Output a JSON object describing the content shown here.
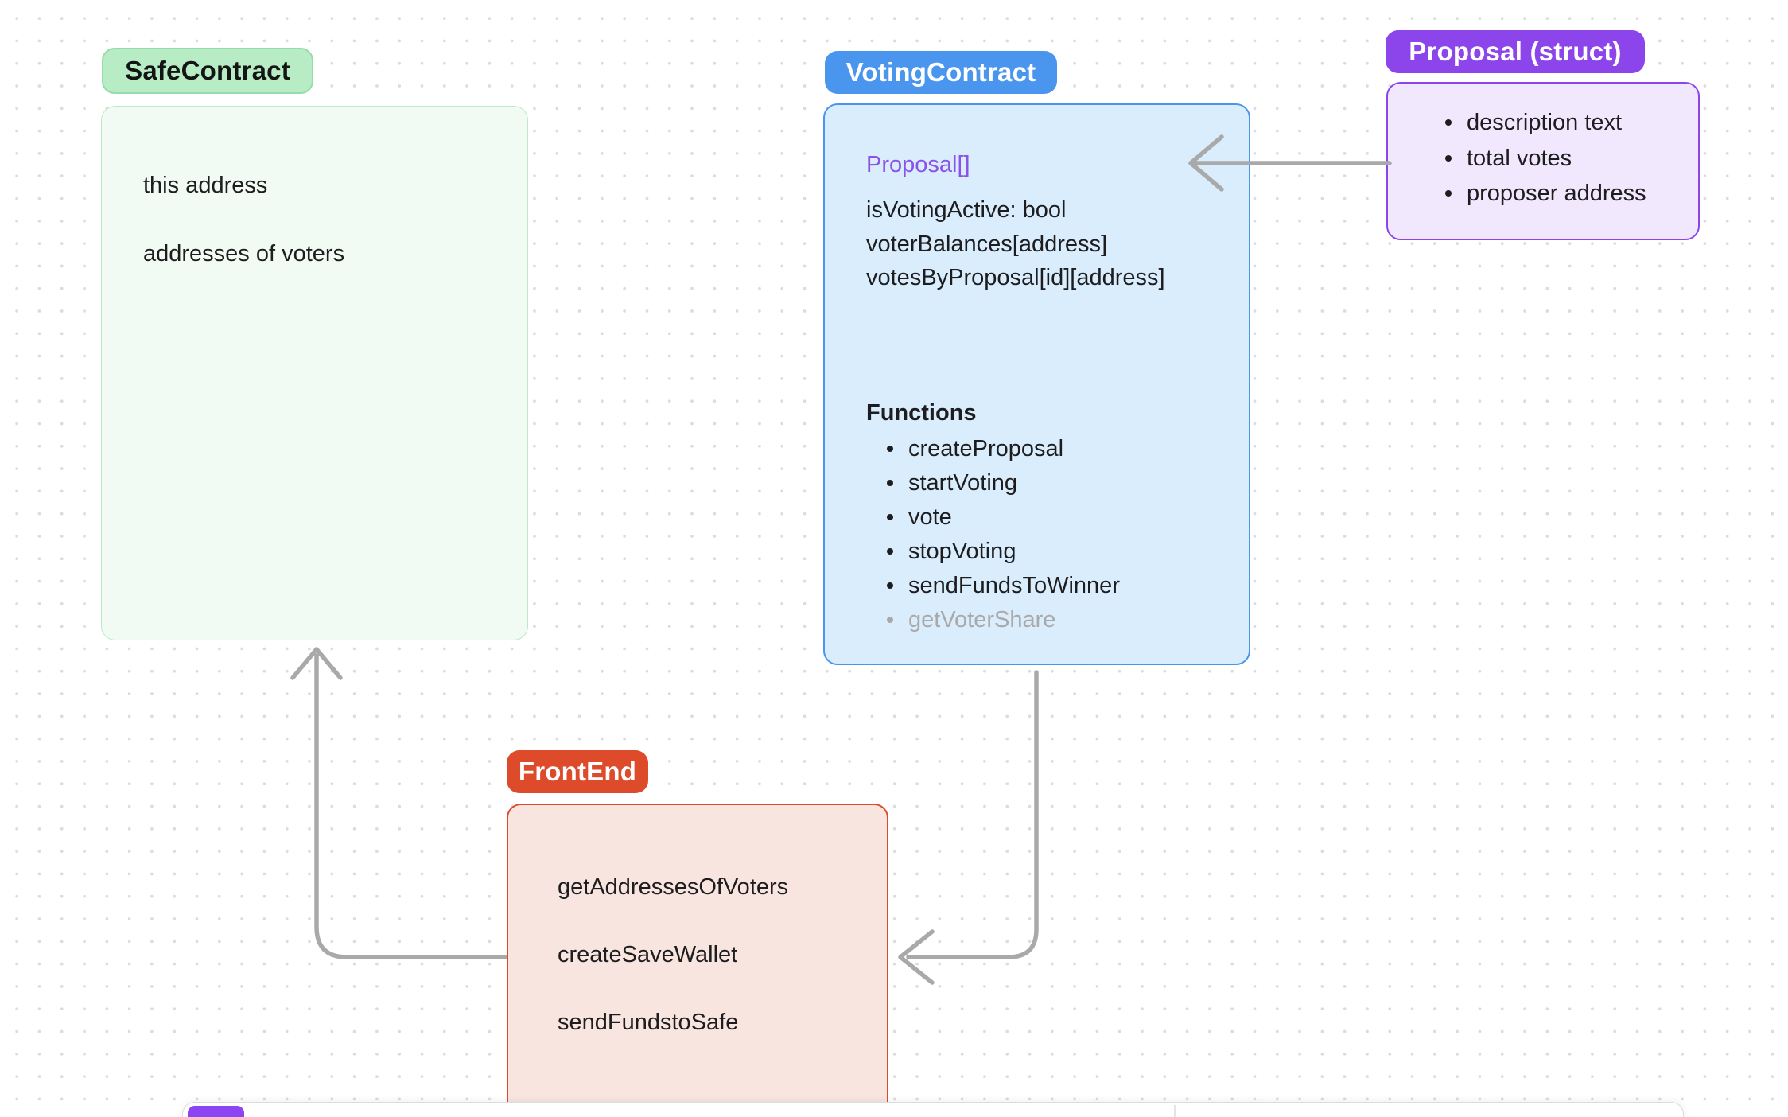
{
  "app": {
    "type": "whiteboard diagram canvas"
  },
  "colors": {
    "canvas-bg": "#ffffff",
    "dot": "#dcdcdc",
    "text": "#1d1d1f",
    "title-text": "#ffffff",
    "arrow": "#a9a9a9",
    "accent-text": "#8a52e8",
    "muted-text": "#a9a9a9",
    "green-pill": "#b7ecc5",
    "green-pill-border": "#95dcab",
    "green-box-bg": "#f1fbf4",
    "green-box-border": "#bce9c8",
    "blue-pill": "#4a96ef",
    "blue-box-bg": "#daedfc",
    "blue-box-border": "#4a96ef",
    "purple-pill": "#8b45ea",
    "purple-box-bg": "#f2e8fd",
    "purple-box-border": "#8b45ea",
    "orange-pill": "#dd4b2b",
    "orange-box-bg": "#f9e5df",
    "orange-box-border": "#dd4b2b",
    "toolbar-bg": "#ffffff",
    "toolbar-border": "#dcdcdc",
    "toolbar-active-tool": "#8b45f2"
  },
  "nodes": {
    "safe_contract": {
      "title": "SafeContract",
      "items": [
        "this address",
        "addresses of voters"
      ]
    },
    "voting_contract": {
      "title": "VotingContract",
      "array_field": "Proposal[]",
      "state_items": [
        "isVotingActive: bool",
        "voterBalances[address]",
        "votesByProposal[id][address]"
      ],
      "functions_heading": "Functions",
      "functions": [
        "createProposal",
        "startVoting",
        "vote",
        "stopVoting",
        "sendFundsToWinner"
      ],
      "functions_muted": [
        "getVoterShare"
      ]
    },
    "proposal_struct": {
      "title": "Proposal (struct)",
      "items": [
        "description text",
        "total votes",
        "proposer address"
      ]
    },
    "frontend": {
      "title": "FrontEnd",
      "items": [
        "getAddressesOfVoters",
        "createSaveWallet",
        "sendFundstoSafe"
      ]
    }
  },
  "edges": [
    {
      "from": "proposal_struct",
      "to": "voting_contract"
    },
    {
      "from": "voting_contract",
      "to": "frontend"
    },
    {
      "from": "frontend",
      "to": "safe_contract"
    }
  ]
}
